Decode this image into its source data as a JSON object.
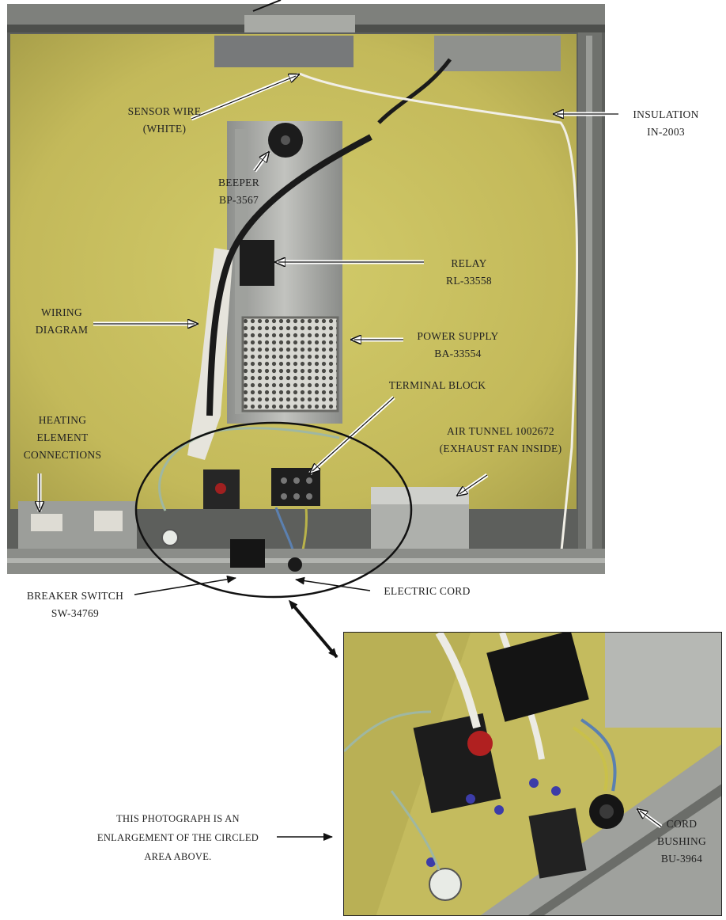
{
  "labels": {
    "sensor_wire": [
      "SENSOR WIRE",
      "(WHITE)"
    ],
    "beeper": [
      "BEEPER",
      "BP-3567"
    ],
    "insulation": [
      "INSULATION",
      "IN-2003"
    ],
    "relay": [
      "RELAY",
      "RL-33558"
    ],
    "wiring_diagram": [
      "WIRING",
      "DIAGRAM"
    ],
    "power_supply": [
      "POWER SUPPLY",
      "BA-33554"
    ],
    "terminal_block": [
      "TERMINAL BLOCK"
    ],
    "heating_element": [
      "HEATING",
      "ELEMENT",
      "CONNECTIONS"
    ],
    "air_tunnel": [
      "AIR TUNNEL 1002672",
      "(EXHAUST FAN INSIDE)"
    ],
    "breaker_switch": [
      "BREAKER SWITCH",
      "SW-34769"
    ],
    "electric_cord": [
      "ELECTRIC CORD"
    ],
    "cord_bushing": [
      "CORD",
      "BUSHING",
      "BU-3964"
    ],
    "enlargement_note": [
      "THIS PHOTOGRAPH IS AN",
      "ENLARGEMENT OF THE CIRCLED",
      "AREA ABOVE."
    ]
  },
  "colors": {
    "insulation": "#c9c060",
    "metal": "#a9aaa6",
    "frame": "#585a58",
    "callout": "#111111"
  }
}
